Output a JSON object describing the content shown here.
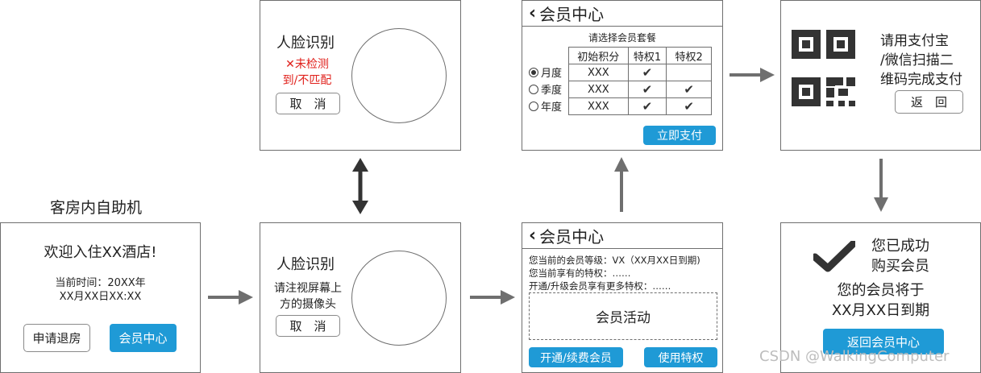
{
  "kiosk_label": "客房内自助机",
  "welcome": {
    "title": "欢迎入住XX酒店!",
    "time_line1": "当前时间：20XX年",
    "time_line2": "XX月XX日XX:XX",
    "checkout_button": "申请退房",
    "member_button": "会员中心"
  },
  "face_fail": {
    "title": "人脸识别",
    "error_line1": "未检测",
    "error_line2": "到/不匹配",
    "cancel_button": "取　消"
  },
  "face_scan": {
    "title": "人脸识别",
    "hint_line1": "请注视屏幕上",
    "hint_line2": "方的摄像头",
    "cancel_button": "取　消"
  },
  "member_center": {
    "title": "会员中心",
    "line1": "您当前的会员等级：VX（XX月XX日到期)",
    "line2": "您当前享有的特权：……",
    "line3": "开通/升级会员享有更多特权：……",
    "activity_label": "会员活动",
    "open_button": "开通/续费会员",
    "use_button": "使用特权"
  },
  "package_select": {
    "title": "会员中心",
    "subtitle": "请选择会员套餐",
    "headers": [
      "初始积分",
      "特权1",
      "特权2"
    ],
    "rows": [
      {
        "label": "月度",
        "points": "XXX",
        "p1": true,
        "p2": false,
        "selected": true
      },
      {
        "label": "季度",
        "points": "XXX",
        "p1": true,
        "p2": true,
        "selected": false
      },
      {
        "label": "年度",
        "points": "XXX",
        "p1": true,
        "p2": true,
        "selected": false
      }
    ],
    "pay_button": "立即支付"
  },
  "payment": {
    "line1": "请用支付宝",
    "line2": "/微信扫描二",
    "line3": "维码完成支付",
    "back_button": "返　回"
  },
  "success": {
    "line1": "您已成功",
    "line2": "购买会员",
    "line3": "您的会员将于",
    "line4": "XX月XX日到期",
    "back_button": "返回会员中心"
  },
  "watermark": "CSDN @WalkingComputer",
  "colors": {
    "accent": "#1f9ad6",
    "error": "#e0201b",
    "arrow": "#6f6f6f"
  }
}
